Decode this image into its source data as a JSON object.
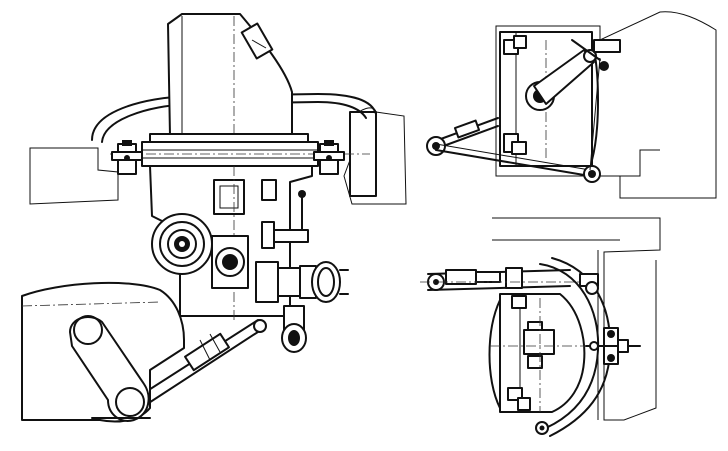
{
  "figure": {
    "views": [
      {
        "id": "front-section",
        "description_label": ""
      },
      {
        "id": "side-view-upper",
        "description_label": ""
      },
      {
        "id": "side-view-lower",
        "description_label": ""
      }
    ],
    "colors": {
      "ink": "#111111",
      "paper": "#ffffff",
      "hatch": "#333333"
    }
  }
}
